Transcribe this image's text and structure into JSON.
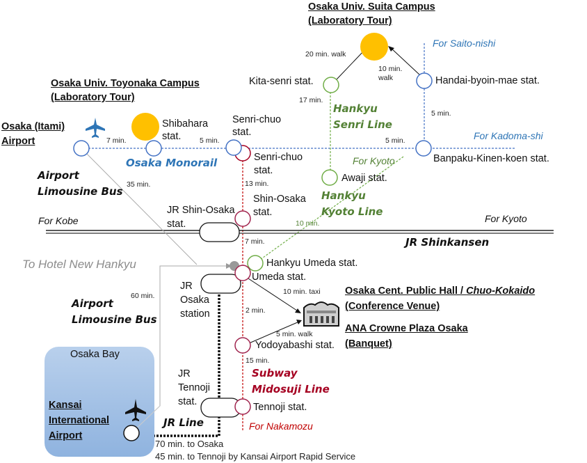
{
  "colors": {
    "monorail": "#4472c4",
    "hankyu": "#70ad47",
    "hankyu_text": "#538135",
    "subway": "#a50021",
    "subway_station": "#a0244e",
    "campus_marker": "#ffc000",
    "shinkansen": "#222222",
    "bay": "#9dbde4",
    "hotel_text": "#8c8c8c"
  },
  "destinations": {
    "suita": {
      "line1": "Osaka Univ. Suita Campus",
      "line2": "(Laboratory Tour)"
    },
    "toyonaka": {
      "line1": "Osaka Univ. Toyonaka Campus",
      "line2": "(Laboratory Tour)"
    },
    "itami": {
      "line1": "Osaka (Itami)",
      "line2": "Airport"
    },
    "kansai": {
      "line1": "Kansai",
      "line2": "International",
      "line3": "Airport"
    },
    "venue": {
      "line1_plain": "Osaka Cent. Public Hall / ",
      "line1_italic": "Chuo-Kokaido",
      "line2": "(Conference Venue)"
    },
    "banquet": {
      "line1": "ANA Crowne Plaza Osaka",
      "line2": "(Banquet)"
    }
  },
  "lines": {
    "monorail": "Osaka Monorail",
    "hankyu_senri": {
      "l1": "Hankyu",
      "l2": "Senri Line"
    },
    "hankyu_kyoto": {
      "l1": "Hankyu",
      "l2": "Kyoto Line"
    },
    "shinkansen": "JR Shinkansen",
    "midosuji": {
      "l1": "Subway",
      "l2": "Midosuji Line"
    },
    "jr_line": "JR Line",
    "limousine_top": {
      "l1": "Airport",
      "l2": "Limousine Bus"
    },
    "limousine_bottom": {
      "l1": "Airport",
      "l2": "Limousine Bus"
    }
  },
  "directions": {
    "saito_nishi": "For Saito-nishi",
    "kadoma_shi": "For Kadoma-shi",
    "kyoto_hankyu": "For Kyoto",
    "kobe": "For Kobe",
    "kyoto_jr": "For Kyoto",
    "nakamozu": "For Nakamozu",
    "hotel": "To Hotel New Hankyu"
  },
  "stations": {
    "kita_senri": "Kita-senri stat.",
    "handai_byoin_mae": "Handai-byoin-mae stat.",
    "shibahara": {
      "l1": "Shibahara",
      "l2": "stat."
    },
    "senri_chuo_mono": {
      "l1": "Senri-chuo",
      "l2": "stat."
    },
    "senri_chuo_sub": {
      "l1": "Senri-chuo",
      "l2": "stat."
    },
    "banpaku": "Banpaku-Kinen-koen stat.",
    "awaji": "Awaji stat.",
    "jr_shin_osaka": {
      "l1": "JR Shin-Osaka",
      "l2": "stat."
    },
    "shin_osaka": {
      "l1": "Shin-Osaka",
      "l2": "stat."
    },
    "hankyu_umeda": "Hankyu Umeda stat.",
    "umeda": "Umeda stat.",
    "jr_osaka": {
      "l1": "JR",
      "l2": "Osaka",
      "l3": "station"
    },
    "yodoyabashi": "Yodoyabashi stat.",
    "jr_tennoji": {
      "l1": "JR",
      "l2": "Tennoji",
      "l3": "stat."
    },
    "tennoji": "Tennoji stat.",
    "osaka_bay": "Osaka Bay"
  },
  "times": {
    "kita_senri_walk": "20 min. walk",
    "handai_walk": {
      "l1": "10 min.",
      "l2": "walk"
    },
    "senri_17": "17 min.",
    "handai_5": "5 min.",
    "itami_shibahara": "7 min.",
    "shibahara_senri": "5 min.",
    "senri_banpaku": "5 min.",
    "bus_35": "35 min.",
    "subway_13": "13 min.",
    "hankyu_10": "10 min.",
    "subway_7": "7 min.",
    "taxi_10": "10 min. taxi",
    "subway_2": "2 min.",
    "walk_5": "5 min. walk",
    "bus_60": "60 min.",
    "subway_15": "15 min.",
    "jr_70": "70 min. to Osaka",
    "jr_45": "45 min. to Tennoji by Kansai Airport Rapid Service"
  }
}
